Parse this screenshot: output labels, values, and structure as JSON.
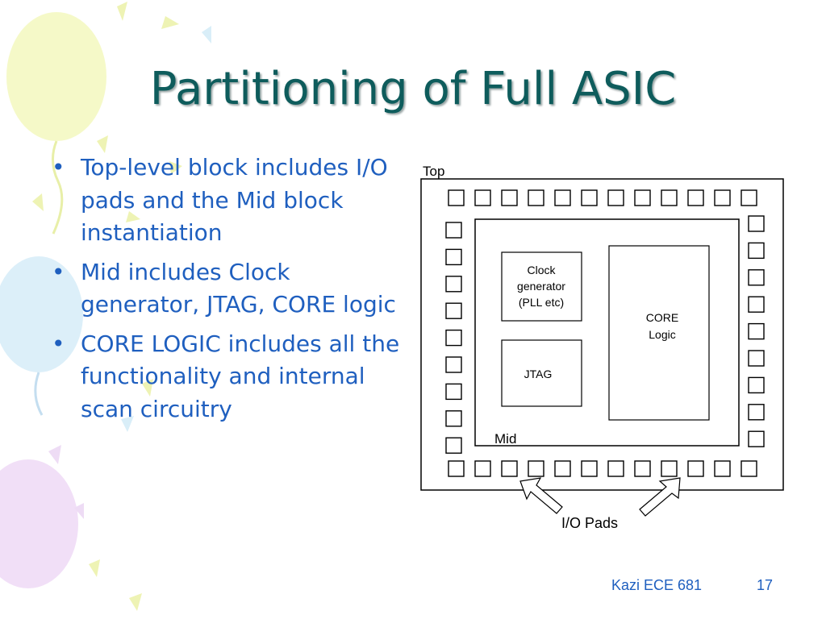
{
  "slide": {
    "title": "Partitioning of Full ASIC",
    "bullets": [
      "Top-level block includes I/O pads and the Mid block instantiation",
      "Mid includes Clock generator, JTAG, CORE logic",
      "CORE LOGIC includes all the functionality and internal scan circuitry"
    ],
    "footer_text": "Kazi ECE 681",
    "page_number": "17"
  },
  "diagram": {
    "top_label": "Top",
    "mid_label": "Mid",
    "clock_lines": [
      "Clock",
      "generator",
      "(PLL etc)"
    ],
    "jtag_label": "JTAG",
    "core_lines": [
      "CORE",
      "Logic"
    ],
    "io_pads_label": "I/O Pads"
  },
  "colors": {
    "title": "#0e5c5c",
    "bullet_text": "#1f5fbf",
    "balloon_yellow": "#f2f6b8",
    "balloon_blue": "#cfe8f6",
    "balloon_purple": "#ecd6f4"
  }
}
